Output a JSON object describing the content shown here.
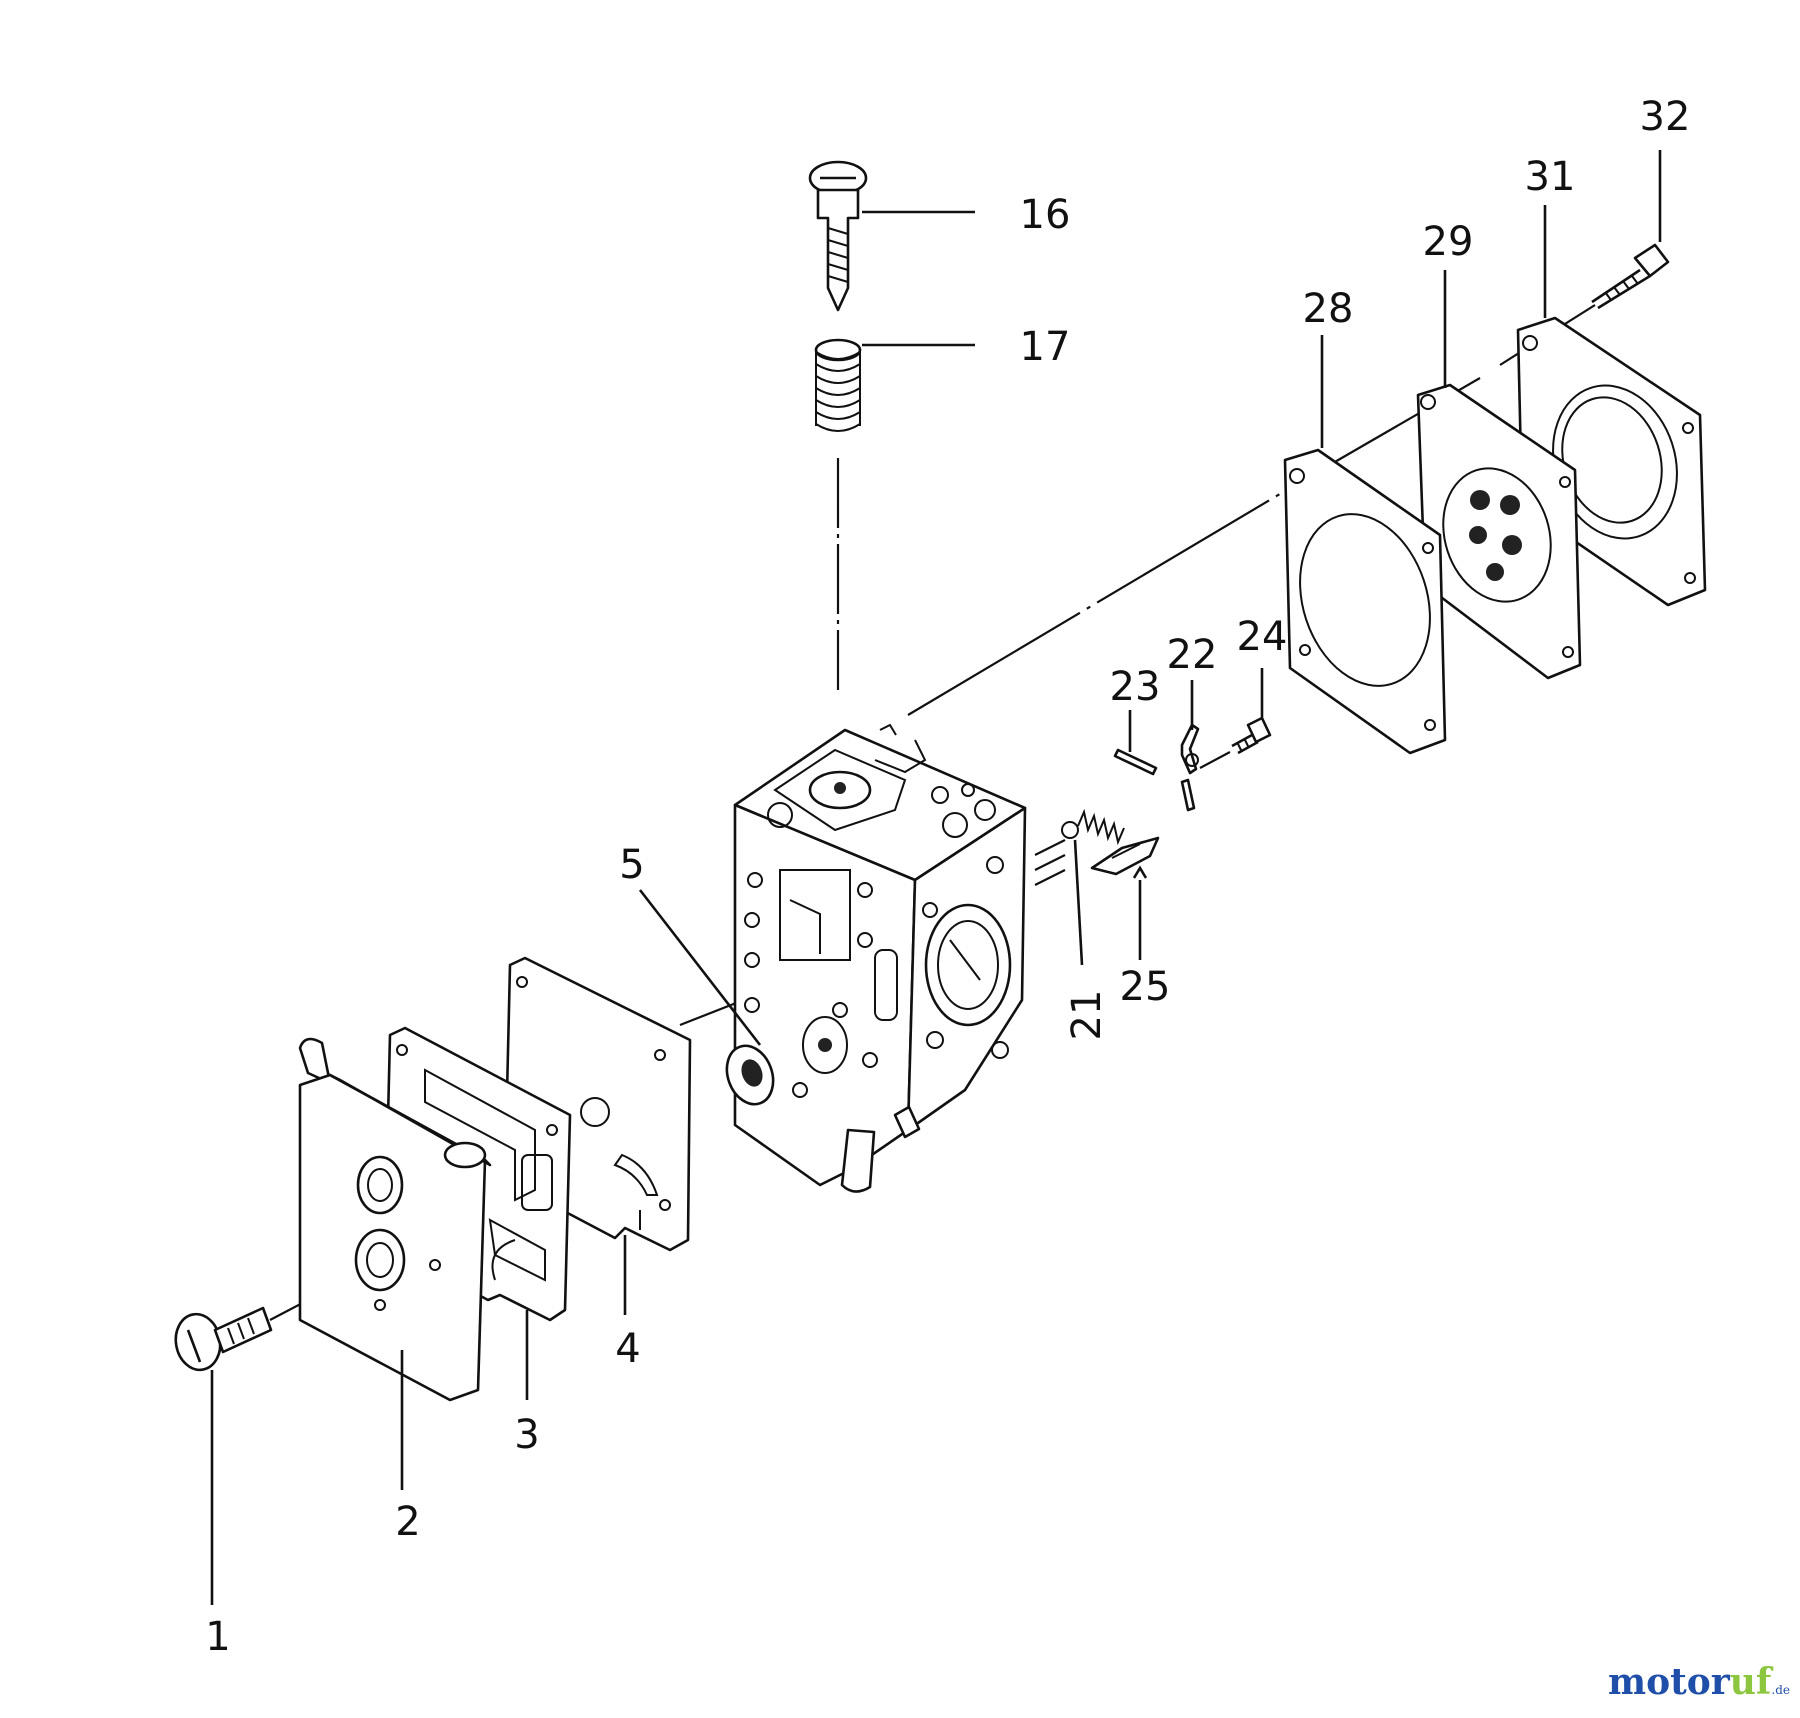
{
  "diagram": {
    "callouts": [
      "1",
      "2",
      "3",
      "4",
      "5",
      "16",
      "17",
      "21",
      "22",
      "23",
      "24",
      "25",
      "28",
      "29",
      "31",
      "32"
    ]
  },
  "watermark": {
    "main": "motor",
    "accent": "uf",
    "suffix": ".de"
  },
  "colors": {
    "ink": "#111111",
    "watermark_blue": "#1f4fa8",
    "watermark_green": "#8cc63f"
  }
}
